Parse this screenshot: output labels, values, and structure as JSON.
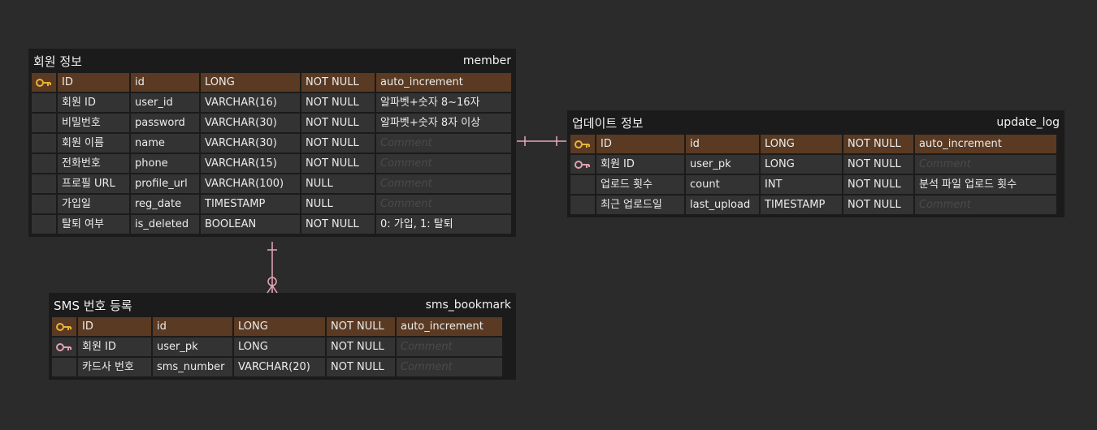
{
  "colors": {
    "background": "#2b2b2b",
    "table": "#1b1b1b",
    "cell": "#333333",
    "primary_key_row": "#5a3a22",
    "primary_key_icon": "#e8b43a",
    "foreign_key_icon": "#e0a0b0",
    "relation_line": "#e8a8b8"
  },
  "entities": {
    "member": {
      "title": "회원 정보",
      "table": "member",
      "rows": [
        {
          "key": "pk",
          "label": "ID",
          "column": "id",
          "type": "LONG",
          "null": "NOT NULL",
          "comment": "auto_increment"
        },
        {
          "key": "",
          "label": "회원 ID",
          "column": "user_id",
          "type": "VARCHAR(16)",
          "null": "NOT NULL",
          "comment": "알파벳+숫자 8~16자"
        },
        {
          "key": "",
          "label": "비밀번호",
          "column": "password",
          "type": "VARCHAR(30)",
          "null": "NOT NULL",
          "comment": "알파벳+숫자 8자 이상"
        },
        {
          "key": "",
          "label": "회원 이름",
          "column": "name",
          "type": "VARCHAR(30)",
          "null": "NOT NULL",
          "comment": ""
        },
        {
          "key": "",
          "label": "전화번호",
          "column": "phone",
          "type": "VARCHAR(15)",
          "null": "NOT NULL",
          "comment": ""
        },
        {
          "key": "",
          "label": "프로필 URL",
          "column": "profile_url",
          "type": "VARCHAR(100)",
          "null": "NULL",
          "comment": ""
        },
        {
          "key": "",
          "label": "가입일",
          "column": "reg_date",
          "type": "TIMESTAMP",
          "null": "NULL",
          "comment": ""
        },
        {
          "key": "",
          "label": "탈퇴 여부",
          "column": "is_deleted",
          "type": "BOOLEAN",
          "null": "NOT NULL",
          "comment": "0: 가입, 1: 탈퇴"
        }
      ]
    },
    "update_log": {
      "title": "업데이트 정보",
      "table": "update_log",
      "rows": [
        {
          "key": "pk",
          "label": "ID",
          "column": "id",
          "type": "LONG",
          "null": "NOT NULL",
          "comment": "auto_increment"
        },
        {
          "key": "fk",
          "label": "회원 ID",
          "column": "user_pk",
          "type": "LONG",
          "null": "NOT NULL",
          "comment": ""
        },
        {
          "key": "",
          "label": "업로드 횟수",
          "column": "count",
          "type": "INT",
          "null": "NOT NULL",
          "comment": "분석 파일 업로드 횟수"
        },
        {
          "key": "",
          "label": "최근 업로드일",
          "column": "last_upload",
          "type": "TIMESTAMP",
          "null": "NOT NULL",
          "comment": ""
        }
      ]
    },
    "sms_bookmark": {
      "title": "SMS 번호 등록",
      "table": "sms_bookmark",
      "rows": [
        {
          "key": "pk",
          "label": "ID",
          "column": "id",
          "type": "LONG",
          "null": "NOT NULL",
          "comment": "auto_increment"
        },
        {
          "key": "fk",
          "label": "회원 ID",
          "column": "user_pk",
          "type": "LONG",
          "null": "NOT NULL",
          "comment": ""
        },
        {
          "key": "",
          "label": "카드사 번호",
          "column": "sms_number",
          "type": "VARCHAR(20)",
          "null": "NOT NULL",
          "comment": ""
        }
      ]
    }
  },
  "comment_placeholder": "Comment",
  "relations": [
    {
      "from": "member",
      "to": "update_log",
      "notation": "one-to-one"
    },
    {
      "from": "member",
      "to": "sms_bookmark",
      "notation": "one-to-zero-or-many"
    }
  ]
}
